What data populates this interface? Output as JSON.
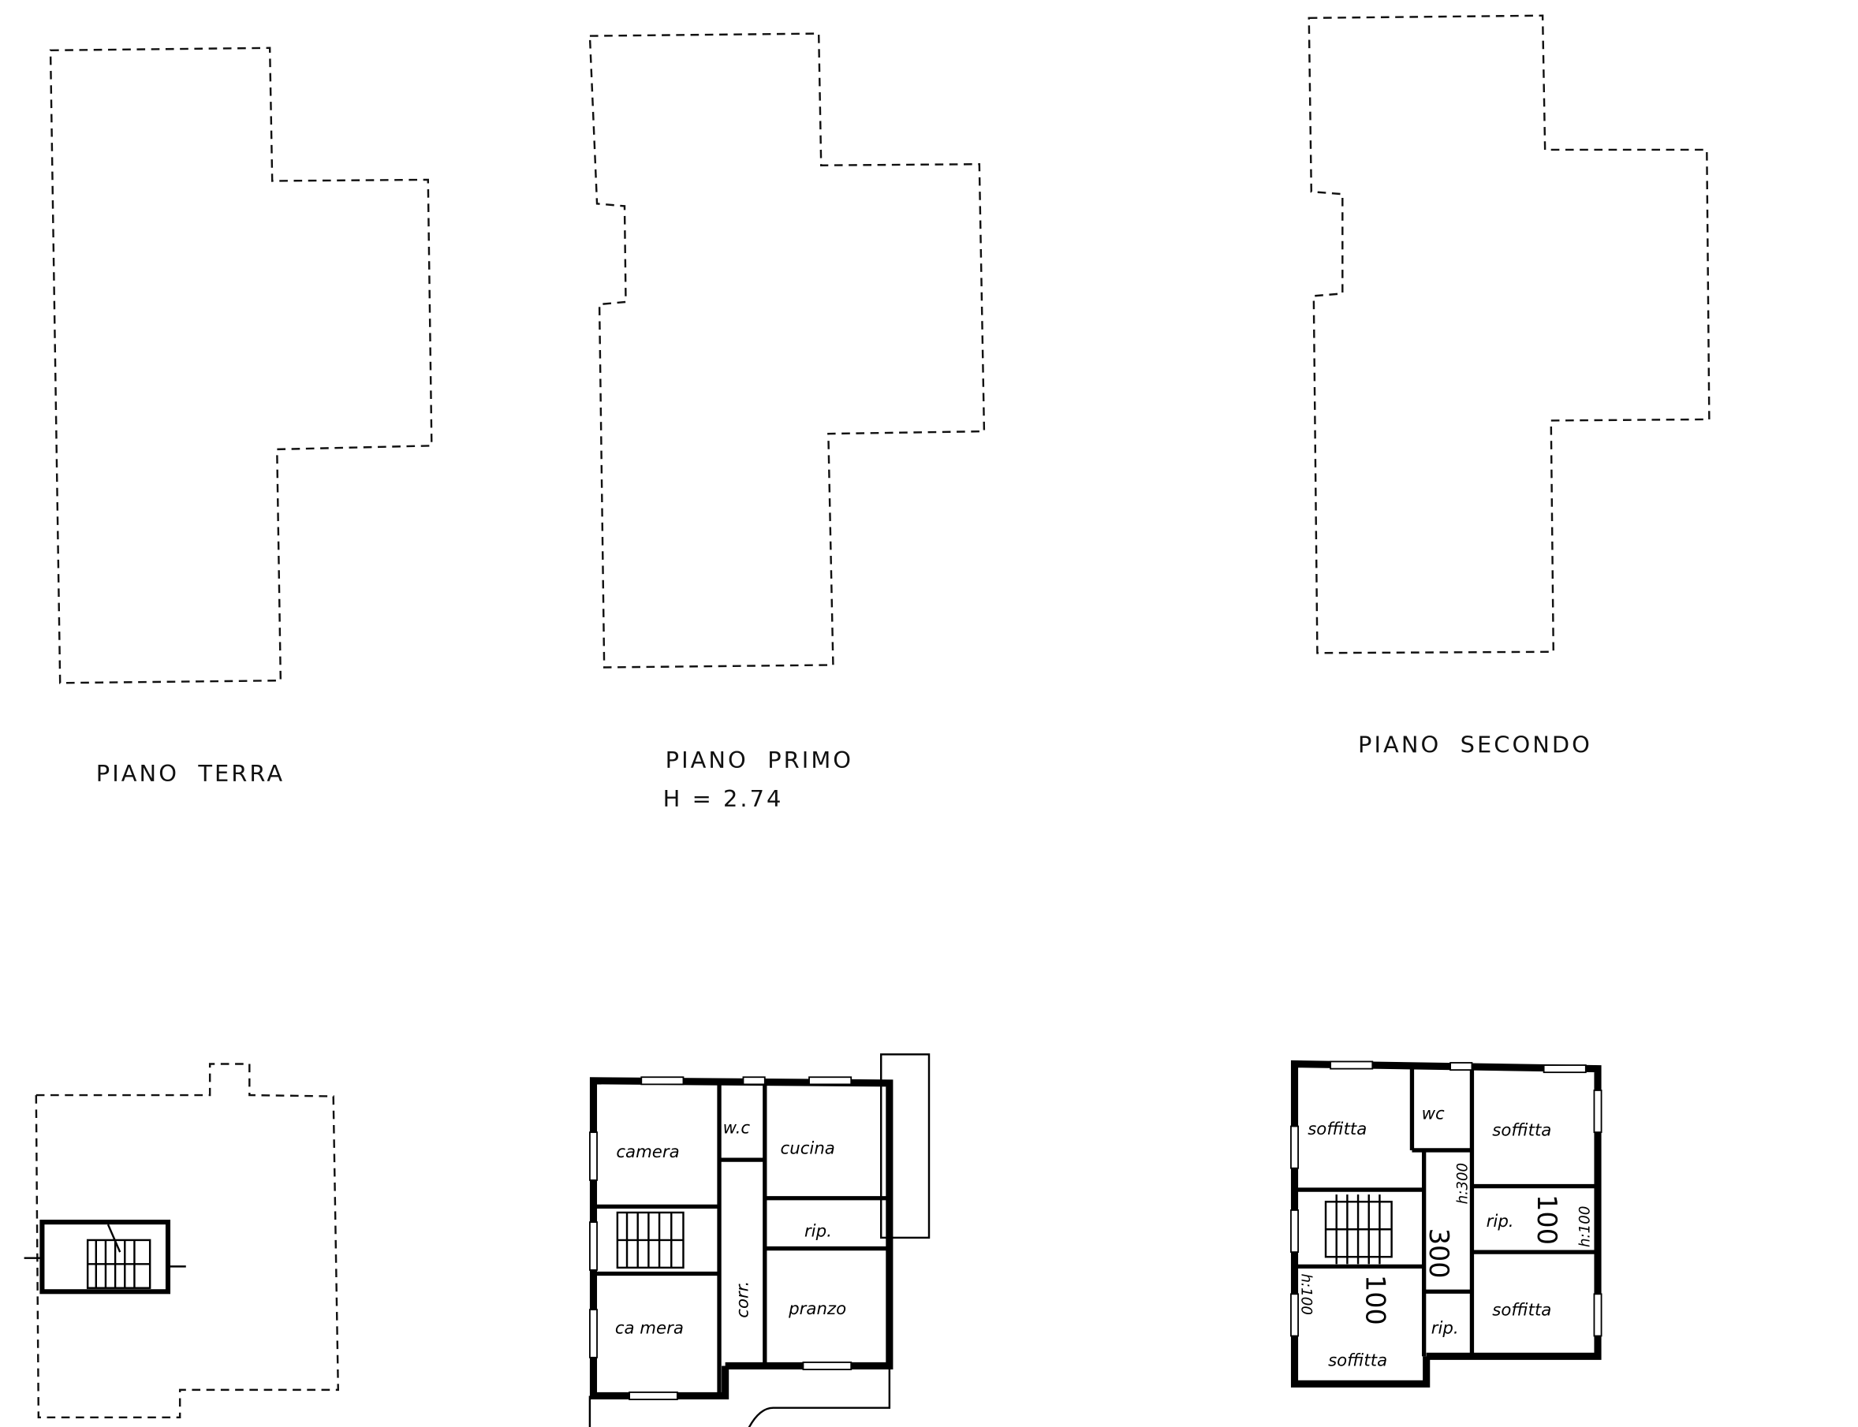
{
  "top_plans": [
    {
      "label": "PIANO  TERRA"
    },
    {
      "label": "PIANO  PRIMO",
      "height_note": "H = 2.74"
    },
    {
      "label": "PIANO  SECONDO"
    }
  ],
  "first_floor_rooms": {
    "camera_top": "camera",
    "wc": "w.c",
    "cucina": "cucina",
    "rip": "rip.",
    "corr": "corr.",
    "pranzo": "pranzo",
    "camera_bottom": "ca mera"
  },
  "second_floor_rooms": {
    "soffitta_tl": "soffitta",
    "wc": "wc",
    "soffitta_tr": "soffitta",
    "rip_right": "rip.",
    "soffitta_bl": "soffitta",
    "rip_lower": "rip.",
    "soffitta_br": "soffitta",
    "h_corr": "h:300",
    "h_right": "h:100",
    "h_left": "h:100",
    "hand_right": "100",
    "hand_left": "100",
    "hand_corr": "300"
  }
}
